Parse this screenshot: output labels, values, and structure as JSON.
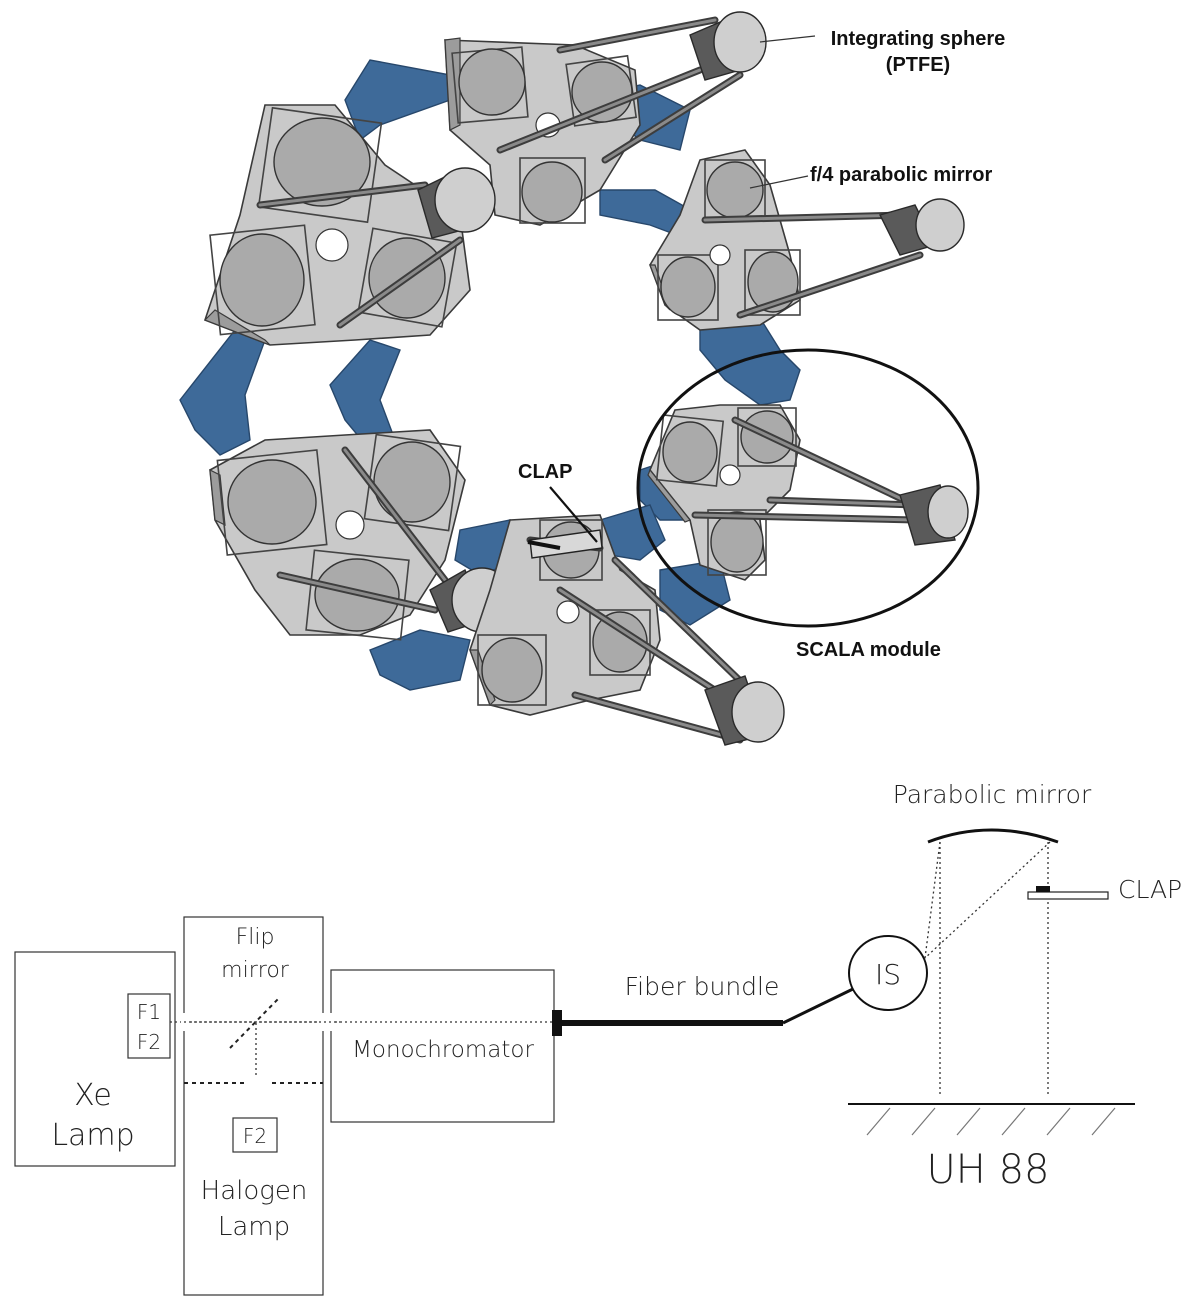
{
  "top_labels": {
    "integrating_sphere_line1": "Integrating sphere",
    "integrating_sphere_line2": "(PTFE)",
    "parabolic_mirror": "f/4 parabolic mirror",
    "clap": "CLAP",
    "scala_module": "SCALA module"
  },
  "bottom_labels": {
    "parabolic_mirror": "Parabolic mirror",
    "clap": "CLAP",
    "is": "IS",
    "fiber_bundle": "Fiber bundle",
    "uh88": "UH 88",
    "flip_mirror_line1": "Flip",
    "flip_mirror_line2": "mirror",
    "monochromator": "Monochromator",
    "xe_lamp_line1": "Xe",
    "xe_lamp_line2": "Lamp",
    "halogen_lamp_line1": "Halogen",
    "halogen_lamp_line2": "Lamp",
    "filter_f1": "F1",
    "filter_f2": "F2",
    "filter_f2_halogen": "F2"
  },
  "colors": {
    "structure_blue": "#3e6a99",
    "plate_gray": "#c9c9c9"
  }
}
